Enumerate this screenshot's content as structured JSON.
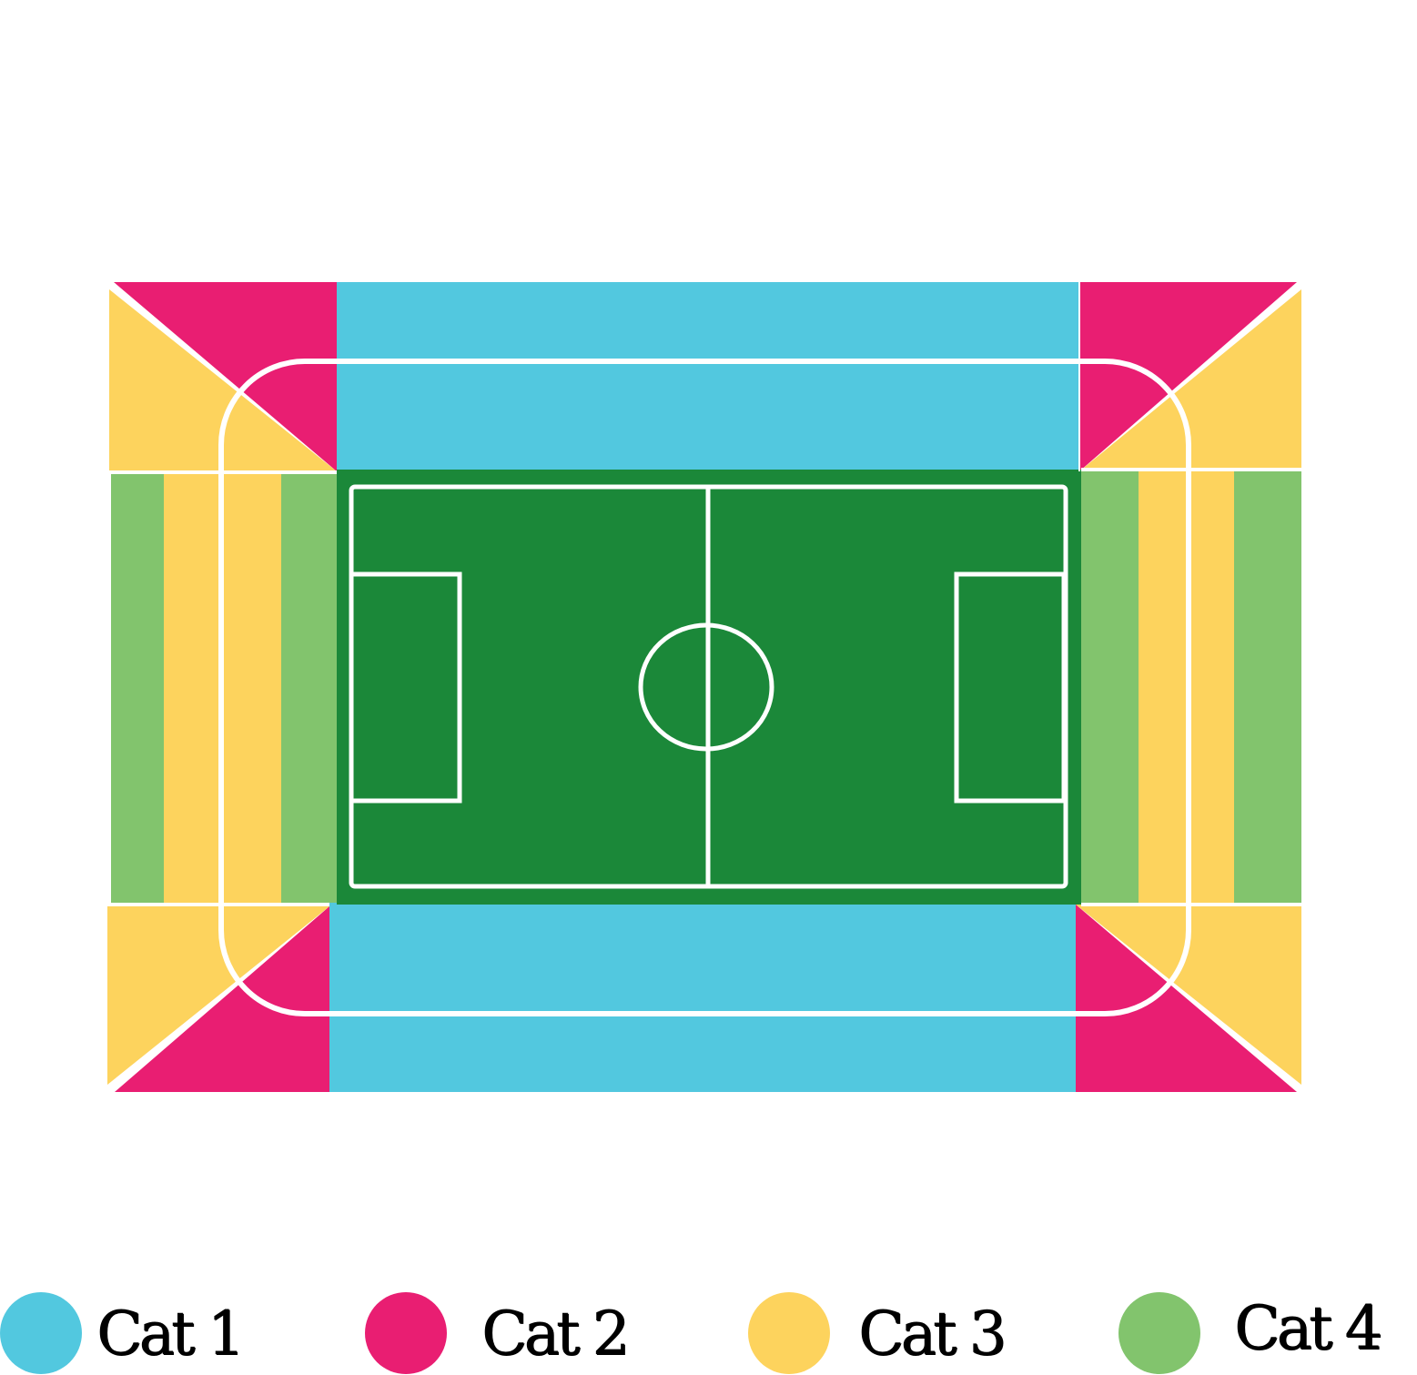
{
  "colors": {
    "cat1": "#52c8df",
    "cat2": "#e91e72",
    "cat3": "#fdd35d",
    "cat4": "#82c46d",
    "pitch": "#1b8839",
    "lines": "#ffffff"
  },
  "legend": [
    {
      "label": "Cat  1",
      "color": "#52c8df"
    },
    {
      "label": "Cat 2",
      "color": "#e91e72"
    },
    {
      "label": "Cat 3",
      "color": "#fdd35d"
    },
    {
      "label": "Cat 4",
      "color": "#82c46d"
    }
  ]
}
